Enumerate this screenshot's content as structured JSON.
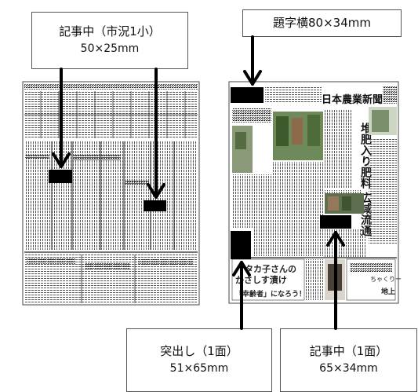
{
  "labels": {
    "top_left": {
      "title": "記事中（市況1小）",
      "size": "50×25mm"
    },
    "top_right": {
      "title": "題字横80×34mm"
    },
    "bottom_left": {
      "title": "突出し（1面）",
      "size": "51×65mm"
    },
    "bottom_right": {
      "title": "記事中（1面）",
      "size": "65×34mm"
    }
  },
  "newspaper": {
    "masthead": "日本農業新聞",
    "headline": "堆肥入り肥料 広域流通",
    "ad_text_1": "タカ子さんの",
    "ad_text_2": "かさしす漬け",
    "ad_text_3": "「幸齢者」になろう！",
    "ad_text_4": "ちゃくりー",
    "ad_text_5": "地上"
  },
  "colors": {
    "ad_block": "#000000",
    "arrow": "#000000",
    "border": "#555555"
  }
}
